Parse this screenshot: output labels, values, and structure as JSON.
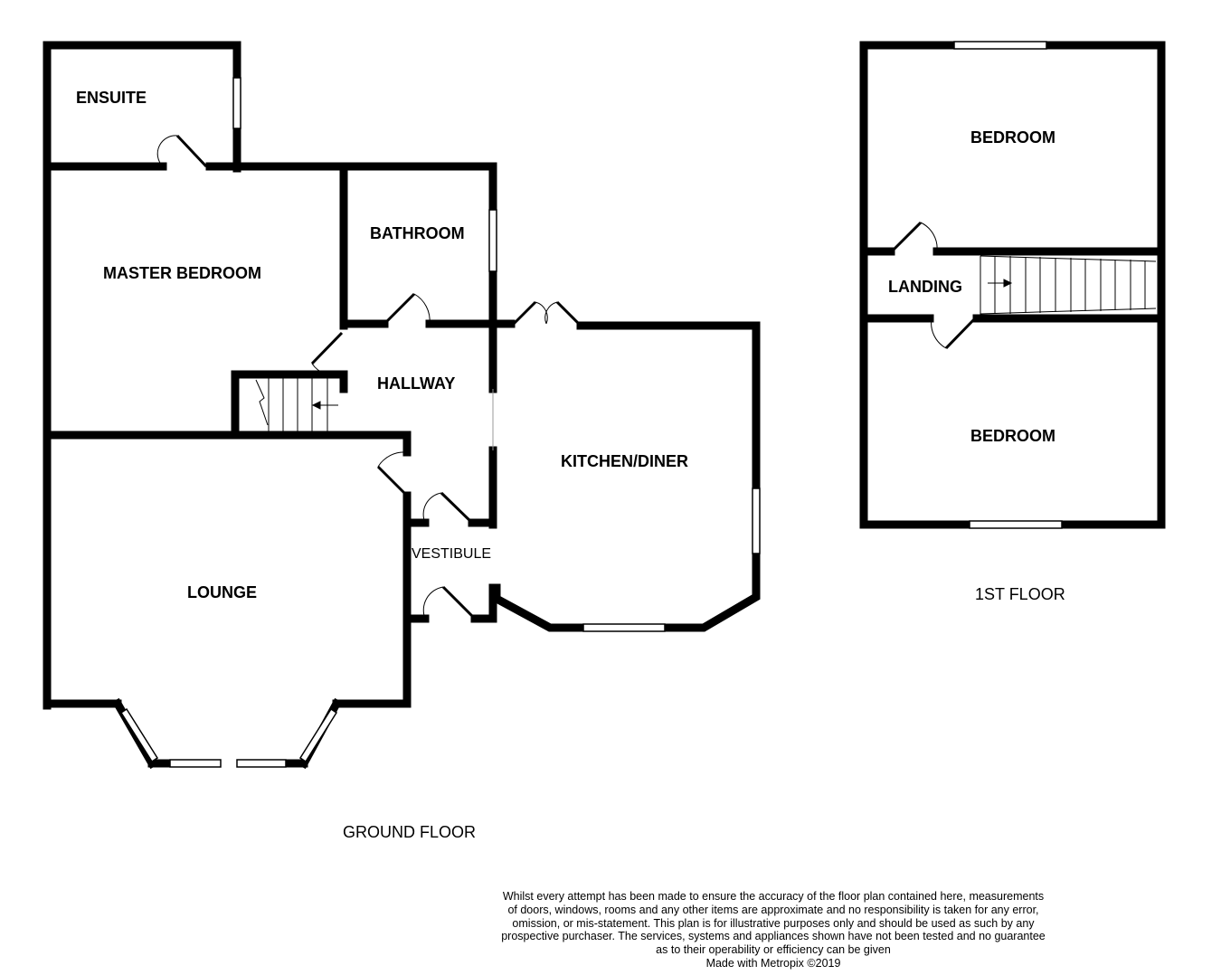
{
  "ground_floor": {
    "caption": "GROUND FLOOR",
    "rooms": {
      "ensuite": "ENSUITE",
      "master_bedroom": "MASTER BEDROOM",
      "bathroom": "BATHROOM",
      "hallway": "HALLWAY",
      "kitchen_diner": "KITCHEN/DINER",
      "vestibule": "VESTIBULE",
      "lounge": "LOUNGE"
    }
  },
  "first_floor": {
    "caption": "1ST FLOOR",
    "rooms": {
      "bedroom_upper": "BEDROOM",
      "landing": "LANDING",
      "bedroom_lower": "BEDROOM"
    }
  },
  "disclaimer": {
    "lines": [
      "Whilst every attempt has been made to ensure the accuracy of the floor plan contained here, measurements",
      "of doors, windows, rooms and any other items are approximate and no responsibility is taken for any error,",
      "omission, or mis-statement. This plan is for illustrative purposes only and should be used as such by any",
      "prospective purchaser. The services, systems and appliances shown have not been tested and no guarantee",
      "as to their operability or efficiency can be given"
    ],
    "credit": "Made with Metropix ©2019"
  }
}
